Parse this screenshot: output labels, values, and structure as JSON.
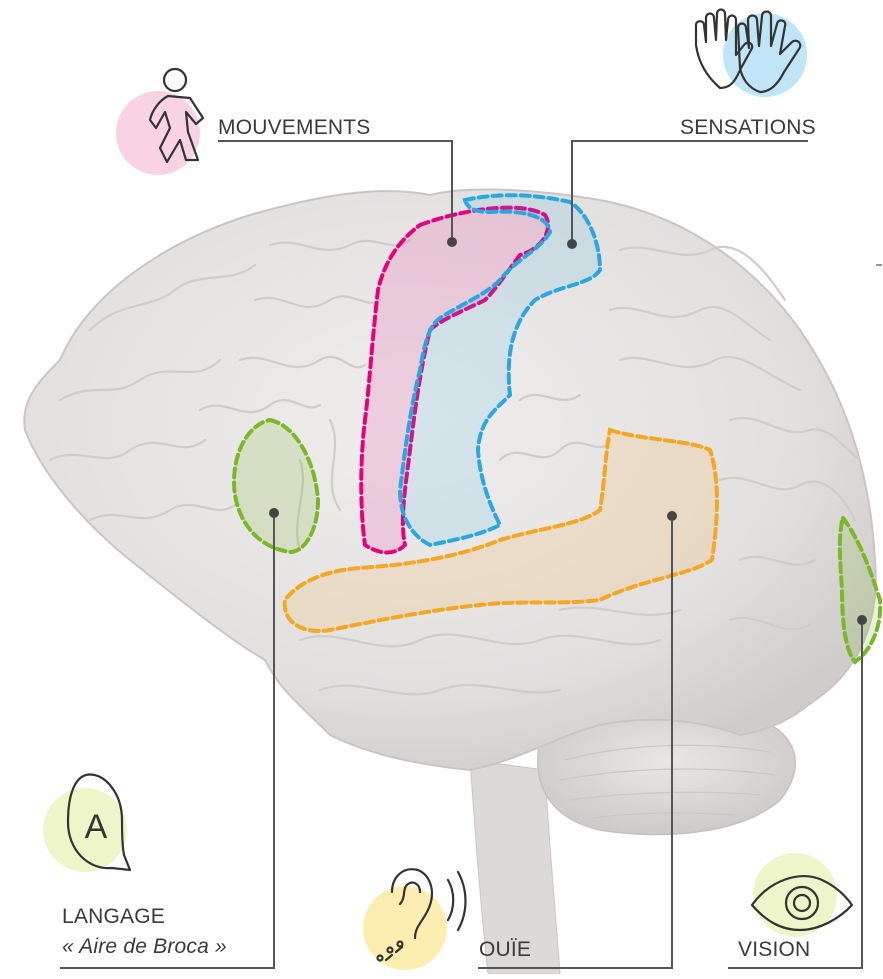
{
  "labels": {
    "mouvements": "MOUVEMENTS",
    "sensations": "SENSATIONS",
    "langage": "LANGAGE",
    "langage_sub": "« Aire de Broca »",
    "ouie": "OUÏE",
    "vision": "VISION"
  },
  "icon_letter": "A",
  "icons": [
    "walking-person-icon",
    "hands-icon",
    "speech-bubble-a-icon",
    "ear-icon",
    "eye-icon"
  ],
  "colors": {
    "movement": "#e6007e",
    "sensation": "#29a8e0",
    "language": "#7ab829",
    "hearing": "#f5a623",
    "vision": "#7ab829",
    "movement_bubble": "#f9d3e3",
    "sensation_bubble": "#bfe5f6",
    "language_bubble": "#eef5c9",
    "hearing_bubble": "#fbeeb0",
    "vision_bubble": "#eef5c9",
    "leader_line": "#555555",
    "brain": "#e3e1e0"
  }
}
